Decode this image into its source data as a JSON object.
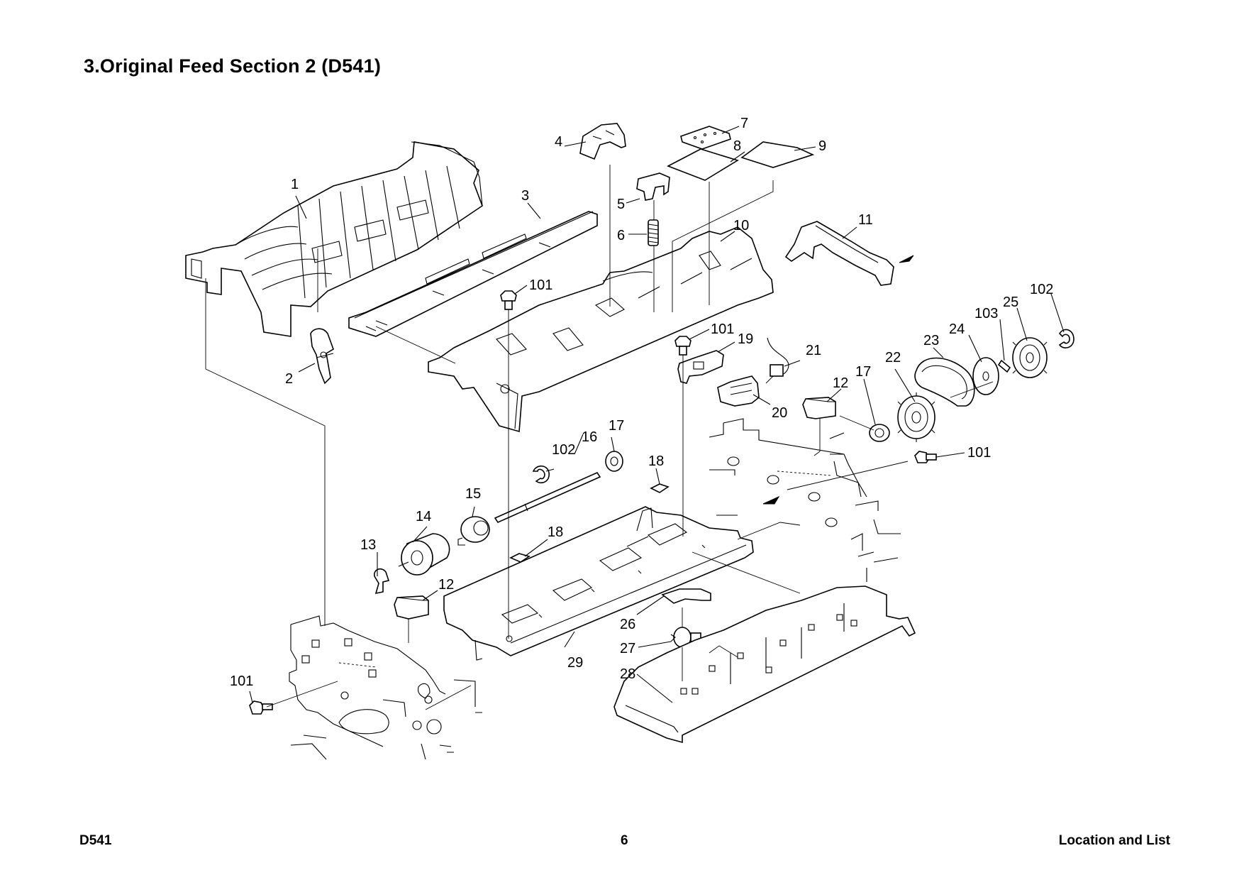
{
  "page": {
    "title": "3.Original Feed Section 2 (D541)",
    "footer_left": "D541",
    "footer_page": "6",
    "footer_right": "Location and List"
  },
  "callouts": [
    {
      "id": "c1",
      "text": "1"
    },
    {
      "id": "c2",
      "text": "2"
    },
    {
      "id": "c3",
      "text": "3"
    },
    {
      "id": "c4",
      "text": "4"
    },
    {
      "id": "c5",
      "text": "5"
    },
    {
      "id": "c6",
      "text": "6"
    },
    {
      "id": "c7",
      "text": "7"
    },
    {
      "id": "c8",
      "text": "8"
    },
    {
      "id": "c9",
      "text": "9"
    },
    {
      "id": "c10",
      "text": "10"
    },
    {
      "id": "c11",
      "text": "11"
    },
    {
      "id": "c12a",
      "text": "12"
    },
    {
      "id": "c12b",
      "text": "12"
    },
    {
      "id": "c13",
      "text": "13"
    },
    {
      "id": "c14",
      "text": "14"
    },
    {
      "id": "c15",
      "text": "15"
    },
    {
      "id": "c16",
      "text": "16"
    },
    {
      "id": "c17a",
      "text": "17"
    },
    {
      "id": "c17b",
      "text": "17"
    },
    {
      "id": "c18a",
      "text": "18"
    },
    {
      "id": "c18b",
      "text": "18"
    },
    {
      "id": "c19",
      "text": "19"
    },
    {
      "id": "c20",
      "text": "20"
    },
    {
      "id": "c21",
      "text": "21"
    },
    {
      "id": "c22",
      "text": "22"
    },
    {
      "id": "c23",
      "text": "23"
    },
    {
      "id": "c24",
      "text": "24"
    },
    {
      "id": "c25",
      "text": "25"
    },
    {
      "id": "c26",
      "text": "26"
    },
    {
      "id": "c27",
      "text": "27"
    },
    {
      "id": "c28",
      "text": "28"
    },
    {
      "id": "c29",
      "text": "29"
    },
    {
      "id": "c101a",
      "text": "101"
    },
    {
      "id": "c101b",
      "text": "101"
    },
    {
      "id": "c101c",
      "text": "101"
    },
    {
      "id": "c101d",
      "text": "101"
    },
    {
      "id": "c102a",
      "text": "102"
    },
    {
      "id": "c102b",
      "text": "102"
    },
    {
      "id": "c103",
      "text": "103"
    }
  ]
}
